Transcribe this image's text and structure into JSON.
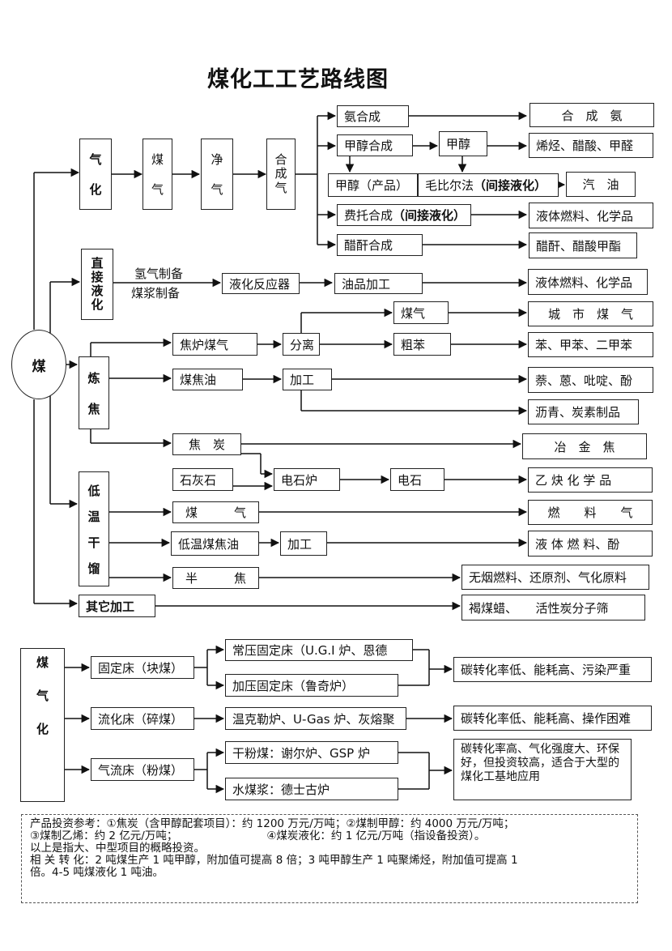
{
  "title": "煤化工工艺路线图",
  "root": "煤",
  "gasification": {
    "steps": [
      "气",
      "化"
    ],
    "gas": [
      "煤",
      "气"
    ],
    "clean": [
      "净",
      "气"
    ],
    "syngas": [
      "合",
      "成",
      "气"
    ],
    "ammonia": "氨合成",
    "ammonia_out": "合　成　氨",
    "methanol_syn": "甲醇合成",
    "methanol": "甲醇",
    "methanol_out": "烯烃、醋酸、甲醛",
    "methanol_product": "甲醇（产品）",
    "mobil_prefix": "毛比尔法",
    "mobil_bold": "（间接液化）",
    "gasoline": "汽　油",
    "ft_prefix": "费托合成",
    "ft_bold": "（间接液化）",
    "ft_out": "液体燃料、化学品",
    "acetic": "醋酐合成",
    "acetic_out": "醋酐、醋酸甲酯"
  },
  "direct": {
    "label": [
      "直",
      "接",
      "液",
      "化"
    ],
    "h2": "氢气制备",
    "slurry": "煤浆制备",
    "reactor": "液化反应器",
    "oil": "油品加工",
    "out": "液体燃料、化学品"
  },
  "coking": {
    "label": [
      "炼",
      "焦"
    ],
    "coke_gas": "焦炉煤气",
    "separate": "分离",
    "gas": "煤气",
    "gas_out": "城　市　煤　气",
    "benzene": "粗苯",
    "benzene_out": "苯、甲苯、二甲苯",
    "tar": "煤焦油",
    "process": "加工",
    "tar_out": "萘、蒽、吡啶、酚",
    "pitch_out": "沥青、炭素制品",
    "coke": "焦　炭",
    "coke_out": "冶　金　焦"
  },
  "carbide": {
    "limestone": "石灰石",
    "furnace": "电石炉",
    "carbide": "电石",
    "out": "乙 炔 化 学 品"
  },
  "low_temp": {
    "label": [
      "低",
      "温",
      "干",
      "馏"
    ],
    "gas": "煤　　　气",
    "gas_out": "燃　　料　　气",
    "tar": "低温煤焦油",
    "process": "加工",
    "tar_out": "液 体 燃 料、酚",
    "semicoke": "半　　　焦",
    "semicoke_out": "无烟燃料、还原剂、气化原料"
  },
  "other": {
    "label": "其它加工",
    "out": "褐煤蜡、　　活性炭分子筛"
  },
  "gasifier": {
    "label": [
      "煤",
      "气",
      "化"
    ],
    "fixed": "固定床（块煤）",
    "atm_fixed": "常压固定床（U.G.I 炉、恩德",
    "press_fixed": "加压固定床（鲁奇炉）",
    "fixed_out": "碳转化率低、能耗高、污染严重",
    "fluid": "流化床（碎煤）",
    "fluid_types": "温克勒炉、U-Gas 炉、灰熔聚",
    "fluid_out": "碳转化率低、能耗高、操作困难",
    "entrained": "气流床（粉煤）",
    "dry": "干粉煤：谢尔炉、GSP 炉",
    "wet": "水煤浆：德士古炉",
    "entrained_out": "碳转化率高、气化强度大、环保好，但投资较高，适合于大型的煤化工基地应用"
  },
  "note": {
    "line1": "产品投资参考：①焦炭（含甲醇配套项目）：约 1200 万元/万吨；②煤制甲醇：约 4000 万元/万吨；",
    "line2a": "③煤制乙烯：约 2 亿元/万吨；",
    "line2b": "④煤炭液化：约 1 亿元/万吨（指设备投资）。",
    "line3": "以上是指大、中型项目的概略投资。",
    "line4": "相 关 转 化：2 吨煤生产 1 吨甲醇，附加值可提高 8 倍；3 吨甲醇生产 1 吨聚烯烃，附加值可提高 1",
    "line5": "倍。4-5 吨煤液化 1 吨油。"
  }
}
